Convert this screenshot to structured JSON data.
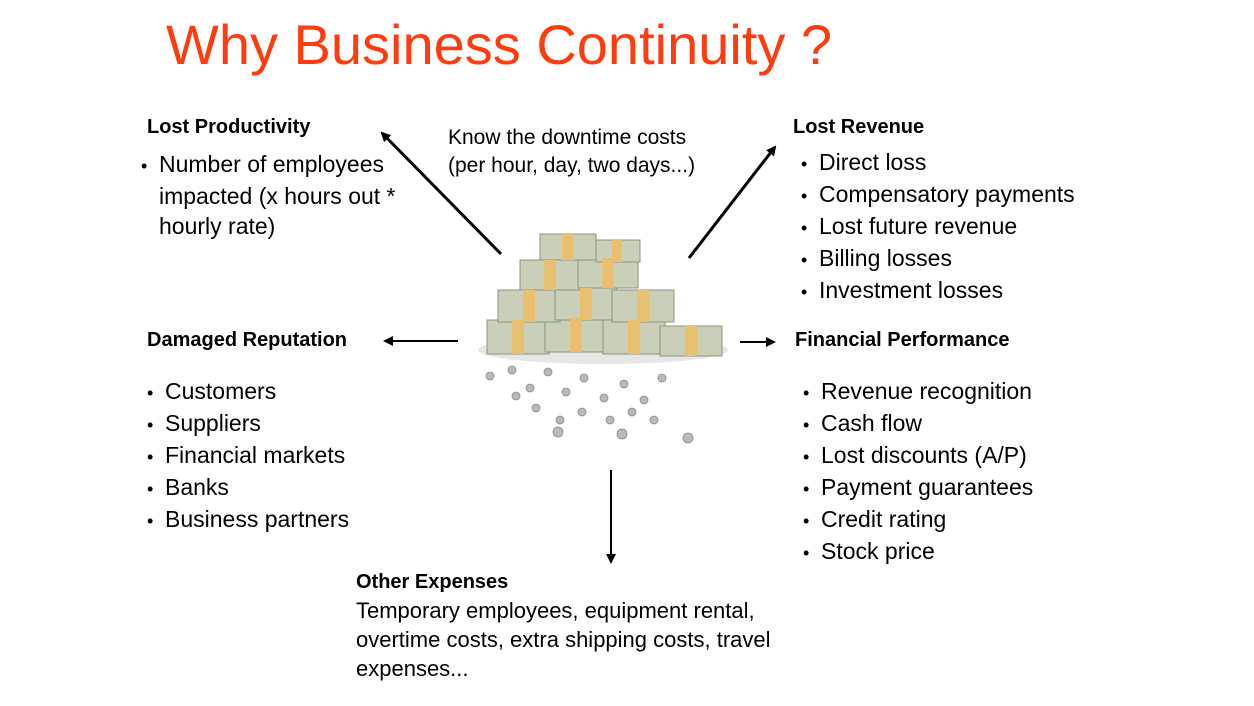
{
  "title": "Why Business Continuity ?",
  "center_note": [
    "Know the downtime costs",
    "(per hour, day, two days...)"
  ],
  "lost_productivity": {
    "heading": "Lost Productivity",
    "items": [
      "Number of employees",
      "impacted (x hours out *",
      "hourly rate)"
    ]
  },
  "lost_revenue": {
    "heading": "Lost Revenue",
    "items": [
      "Direct loss",
      "Compensatory payments",
      "Lost future revenue",
      "Billing losses",
      "Investment losses"
    ]
  },
  "damaged_reputation": {
    "heading": "Damaged Reputation",
    "items": [
      "Customers",
      "Suppliers",
      "Financial markets",
      "Banks",
      "Business partners"
    ]
  },
  "financial_performance": {
    "heading": "Financial Performance",
    "items": [
      "Revenue recognition",
      "Cash flow",
      "Lost discounts (A/P)",
      "Payment guarantees",
      "Credit rating",
      "Stock price"
    ]
  },
  "other_expenses": {
    "heading": "Other Expenses",
    "lines": [
      "Temporary employees, equipment rental,",
      "overtime costs, extra shipping costs, travel",
      "expenses..."
    ]
  },
  "colors": {
    "title": "#ff3c0f",
    "cash_band": "#e8c070",
    "bill": "#c9cfb8"
  },
  "icons": {
    "center_image": "money-pile-icon"
  }
}
